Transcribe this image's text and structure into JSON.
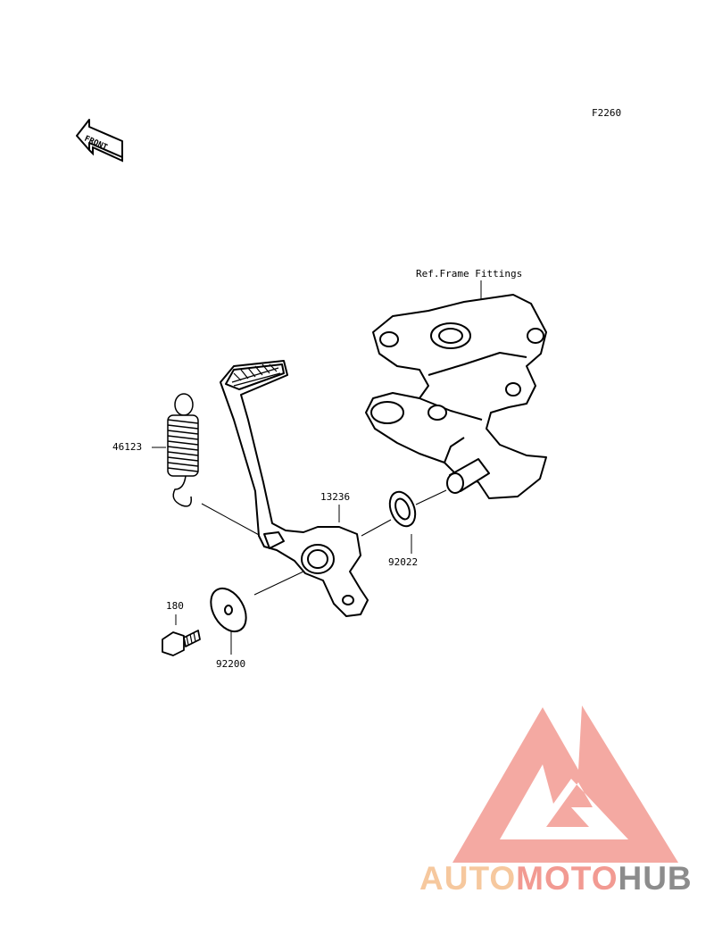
{
  "diagram": {
    "figure_code": "F2260",
    "front_label": "FRONT",
    "ref_label": "Ref.Frame Fittings",
    "parts": [
      {
        "number": "46123",
        "name": "spring"
      },
      {
        "number": "13236",
        "name": "brake-pedal"
      },
      {
        "number": "92022",
        "name": "washer"
      },
      {
        "number": "180",
        "name": "bolt"
      },
      {
        "number": "92200",
        "name": "washer-large"
      }
    ]
  },
  "watermark": {
    "part1": "AUTO",
    "part2": "MOTO",
    "part3": "HUB",
    "colors": {
      "auto": "#f6c89e",
      "moto": "#f29a92",
      "hub": "#8c8c8c",
      "logo": "#f29a92"
    }
  }
}
